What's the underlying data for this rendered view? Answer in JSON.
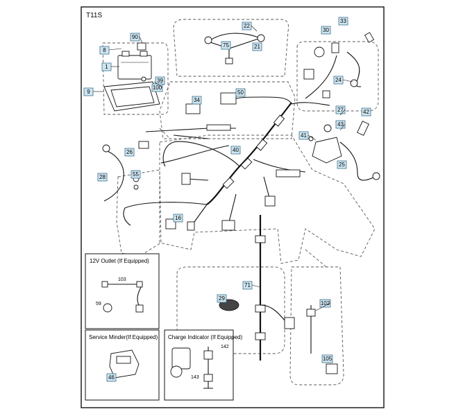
{
  "diagram": {
    "model_code": "T11S",
    "callouts": [
      "1",
      "8",
      "9",
      "16",
      "22",
      "24",
      "25",
      "26",
      "27",
      "28",
      "29",
      "33",
      "34",
      "39",
      "40",
      "41",
      "42",
      "43",
      "46",
      "50",
      "55",
      "59",
      "71",
      "75",
      "90",
      "100",
      "102",
      "103",
      "105",
      "142",
      "143"
    ],
    "insets": {
      "outlet": {
        "title": "12V Outlet (If Equipped)",
        "parts": [
          "103",
          "59"
        ]
      },
      "service_minder": {
        "title": "Service Minder(If Equipped)",
        "parts": [
          "46"
        ]
      },
      "charge_indicator": {
        "title": "Charge Indicator (If Equipped)",
        "parts": [
          "142",
          "143"
        ]
      }
    }
  },
  "colors": {
    "callout_fill": "#cfe6f2",
    "callout_stroke": "#3b6e8a",
    "line": "#111111",
    "dashed_outline": "#555555"
  }
}
